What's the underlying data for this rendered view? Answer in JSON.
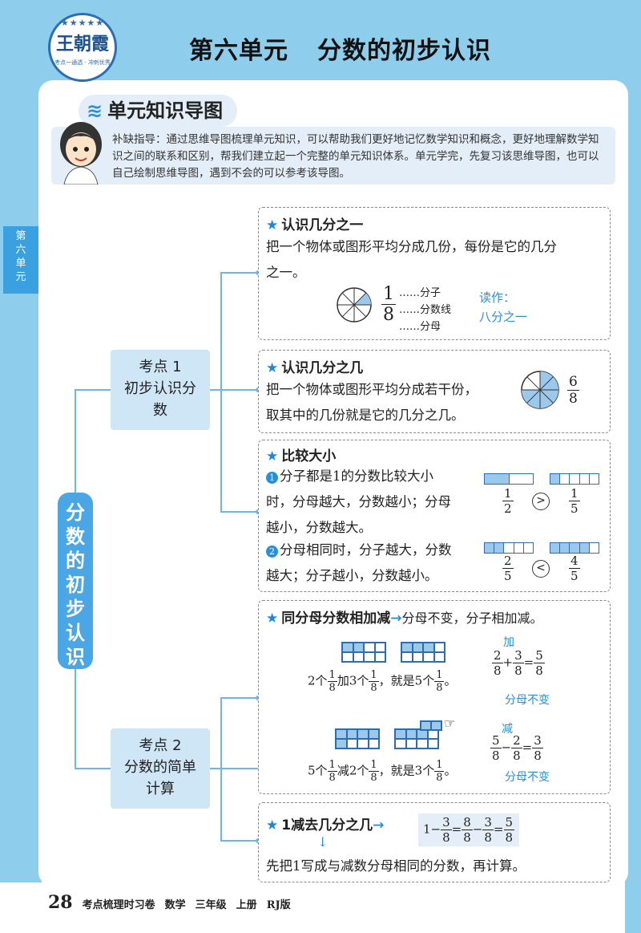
{
  "header": {
    "logo_name": "王朝霞",
    "logo_stars": "★★★★★",
    "logo_sub": "考点一通透 · 冲刺优秀",
    "unit": "第六单元",
    "title": "分数的初步认识"
  },
  "section": {
    "heading": "单元知识导图"
  },
  "guide": "补缺指导：通过思维导图梳理单元知识，可以帮助我们更好地记忆数学知识和概念，更好地理解数学知识之间的联系和区别，帮我们建立起一个完整的单元知识体系。单元学完，先复习该思维导图，也可以自己绘制思维导图，遇到不会的可以参考该导图。",
  "side_tab": [
    "第",
    "六",
    "单",
    "元"
  ],
  "main_node": [
    "分",
    "数",
    "的",
    "初",
    "步",
    "认",
    "识"
  ],
  "kp1": {
    "line1": "考点 1",
    "line2": "初步认识分",
    "line3": "数"
  },
  "kp2": {
    "line1": "考点 2",
    "line2": "分数的简单",
    "line3": "计算"
  },
  "box1": {
    "title": "认识几分之一",
    "text1": "把一个物体或图形平均分成几份，每份是它的几分",
    "text2": "之一。",
    "num": "1",
    "den": "8",
    "ann_num": "……分子",
    "ann_line": "……分数线",
    "ann_den": "……分母",
    "read_label": "读作：",
    "read_value": "八分之一"
  },
  "box2": {
    "title": "认识几分之几",
    "text1": "把一个物体或图形平均分成若干份，",
    "text2": "取其中的几份就是它的几分之几。",
    "num": "6",
    "den": "8"
  },
  "box3": {
    "title": "比较大小",
    "c1": "①",
    "p1_1": "分子都是1的分数比较大小",
    "p1_2": "时，分母越大，分数越小；分母",
    "p1_3": "越小，分数越大。",
    "c2": "②",
    "p2_1": "分母相同时，分子越大，分数",
    "p2_2": "越大；分子越小，分数越小。",
    "f1": {
      "num": "1",
      "den": "2"
    },
    "cmp1": ">",
    "f2": {
      "num": "1",
      "den": "5"
    },
    "f3": {
      "num": "2",
      "den": "5"
    },
    "cmp2": "<",
    "f4": {
      "num": "4",
      "den": "5"
    }
  },
  "box4": {
    "title": "同分母分数相加减",
    "arrow": "→",
    "rule": "分母不变，分子相加减。",
    "add_sent": {
      "a": "2个",
      "b": "加3个",
      "c": "，就是5个",
      "d": "。",
      "den": "8",
      "n": "1"
    },
    "sub_sent": {
      "a": "5个",
      "b": "减2个",
      "c": "，就是3个",
      "d": "。",
      "den": "8",
      "n": "1"
    },
    "add_label": "加",
    "sub_label": "减",
    "note": "分母不变",
    "add_eq": {
      "a": "2",
      "b": "3",
      "r": "5",
      "den": "8",
      "op": "+",
      "eq": "="
    },
    "sub_eq": {
      "a": "5",
      "b": "2",
      "r": "3",
      "den": "8",
      "op": "−",
      "eq": "="
    }
  },
  "box5": {
    "title": "1减去几分之几",
    "arrow": "→",
    "down": "↓",
    "eq": {
      "one": "1",
      "minus": "−",
      "eq": "=",
      "a": "3",
      "den": "8",
      "b": "8",
      "r": "5"
    },
    "text": "先把1写成与减数分母相同的分数，再计算。"
  },
  "footer": {
    "page": "28",
    "book": "考点梳理时习卷",
    "subject": "数学",
    "grade": "三年级",
    "term": "上册",
    "edition": "RJ版"
  },
  "colors": {
    "accent": "#2b8fd8",
    "frame": "#8fcdec",
    "node": "#cfe6f7"
  }
}
